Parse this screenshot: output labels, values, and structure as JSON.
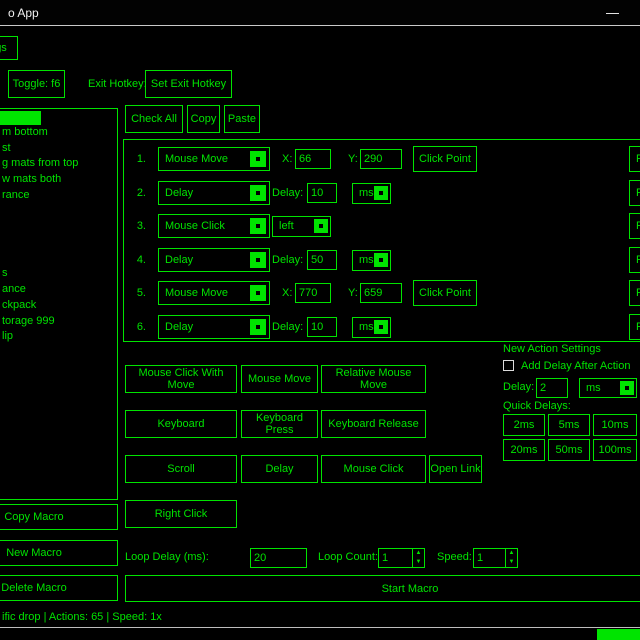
{
  "colors": {
    "accent_green": "#00e400",
    "background": "#000000",
    "titlebar_text": "#f2f2f2"
  },
  "icons": {
    "minimize": "—",
    "spinner_up": "▲",
    "spinner_down": "▼"
  },
  "titlebar": {
    "title": "o App"
  },
  "menubar": {
    "settings_tab_label": "gs"
  },
  "hotkey_bar": {
    "toggle_button_label": "Toggle: f6",
    "exit_hotkey_label": "Exit Hotkey:",
    "set_exit_hotkey_button_label": "Set Exit Hotkey"
  },
  "macro_list": {
    "items_top": [
      "m bottom",
      "st",
      "g mats from top",
      "w mats both",
      "rance"
    ],
    "items_bottom": [
      "s",
      "ance",
      "ckpack",
      "torage 999",
      "lip"
    ]
  },
  "list_toolbar": {
    "check_all_label": "Check All",
    "copy_label": "Copy",
    "paste_label": "Paste"
  },
  "actions": [
    {
      "num": "1.",
      "type": "Mouse Move",
      "x_label": "X:",
      "x_value": "66",
      "y_label": "Y:",
      "y_value": "290",
      "click_point_label": "Click Point",
      "remove_label": "R"
    },
    {
      "num": "2.",
      "type": "Delay",
      "delay_label": "Delay:",
      "delay_value": "10",
      "unit": "ms",
      "remove_label": "R"
    },
    {
      "num": "3.",
      "type": "Mouse Click",
      "button_value": "left",
      "remove_label": "R"
    },
    {
      "num": "4.",
      "type": "Delay",
      "delay_label": "Delay:",
      "delay_value": "50",
      "unit": "ms",
      "remove_label": "R"
    },
    {
      "num": "5.",
      "type": "Mouse Move",
      "x_label": "X:",
      "x_value": "770",
      "y_label": "Y:",
      "y_value": "659",
      "click_point_label": "Click Point",
      "remove_label": "R"
    },
    {
      "num": "6.",
      "type": "Delay",
      "delay_label": "Delay:",
      "delay_value": "10",
      "unit": "ms",
      "remove_label": "R"
    }
  ],
  "action_buttons": {
    "row1": [
      "Mouse Click With Move",
      "Mouse Move",
      "Relative Mouse Move"
    ],
    "row2": [
      "Keyboard",
      "Keyboard Press",
      "Keyboard Release"
    ],
    "row3": [
      "Scroll",
      "Delay",
      "Mouse Click",
      "Open Link"
    ],
    "row4": [
      "Right Click"
    ]
  },
  "new_action_settings": {
    "title": "New Action Settings",
    "add_delay_checkbox_label": "Add Delay After Action",
    "delay_label": "Delay:",
    "delay_value": "2",
    "delay_unit": "ms",
    "quick_delays_label": "Quick Delays:",
    "quick_delay_buttons": [
      "2ms",
      "5ms",
      "10ms",
      "20ms",
      "50ms",
      "100ms"
    ]
  },
  "loop_controls": {
    "loop_delay_label": "Loop Delay (ms):",
    "loop_delay_value": "20",
    "loop_count_label": "Loop Count:",
    "loop_count_value": "1",
    "speed_label": "Speed:",
    "speed_value": "1"
  },
  "start_button_label": "Start Macro",
  "macro_buttons": {
    "copy_macro": "Copy Macro",
    "new_macro": "New Macro",
    "delete_macro": "Delete Macro"
  },
  "status_bar": {
    "text": "ific drop | Actions: 65 | Speed: 1x"
  }
}
